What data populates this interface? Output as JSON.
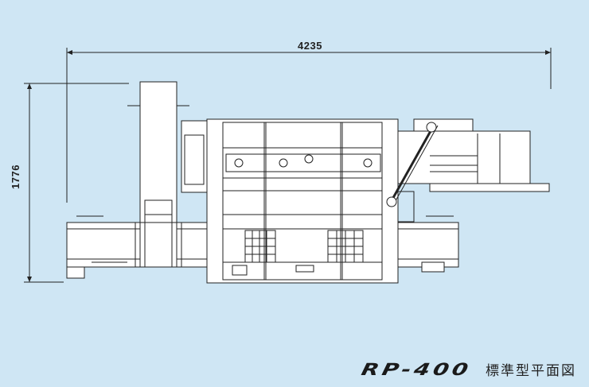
{
  "dimensions": {
    "width": "4235",
    "height": "1776"
  },
  "caption": {
    "model": "RP-400",
    "title": "標準型平面図"
  },
  "colors": {
    "background": "#cfe6f4",
    "machine_fill": "#ffffff",
    "line": "#222222"
  }
}
